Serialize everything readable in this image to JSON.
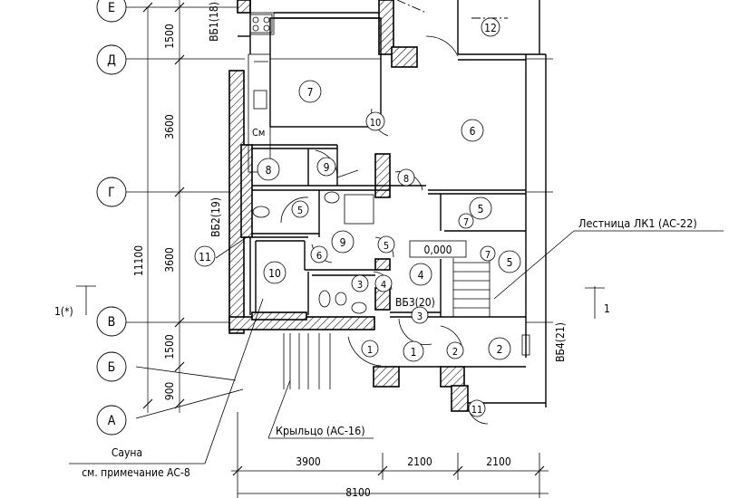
{
  "grid_axes": [
    "Е",
    "Д",
    "Г",
    "В",
    "Б",
    "А"
  ],
  "left_dims": {
    "segments": [
      "1500",
      "3600",
      "3600",
      "1500",
      "900"
    ],
    "overall": "11100"
  },
  "bottom_dims": {
    "segments": [
      "3900",
      "2100",
      "2100"
    ],
    "overall": "8100"
  },
  "section_marks": {
    "left": "1(*)",
    "right": "1"
  },
  "wall_tags": [
    "ВБ1(18)",
    "ВБ2(19)",
    "ВБ3(20)",
    "ВБ4(21)"
  ],
  "room_numbers": [
    "12",
    "7",
    "6",
    "8",
    "9",
    "5",
    "9",
    "10",
    "4",
    "3",
    "1",
    "2",
    "5",
    "5"
  ],
  "door_numbers": [
    "10",
    "9",
    "8",
    "5",
    "6",
    "5",
    "4",
    "3",
    "1",
    "2",
    "7",
    "7",
    "11"
  ],
  "callout_circle": "11",
  "small_labels": {
    "closet": "См"
  },
  "level_mark": "0,000",
  "notes": {
    "stair": "Лестница ЛК1 (АС-22)",
    "porch": "Крыльцо (АС-16)",
    "sauna_title": "Сауна",
    "sauna_note": "см. примечание АС-8"
  }
}
